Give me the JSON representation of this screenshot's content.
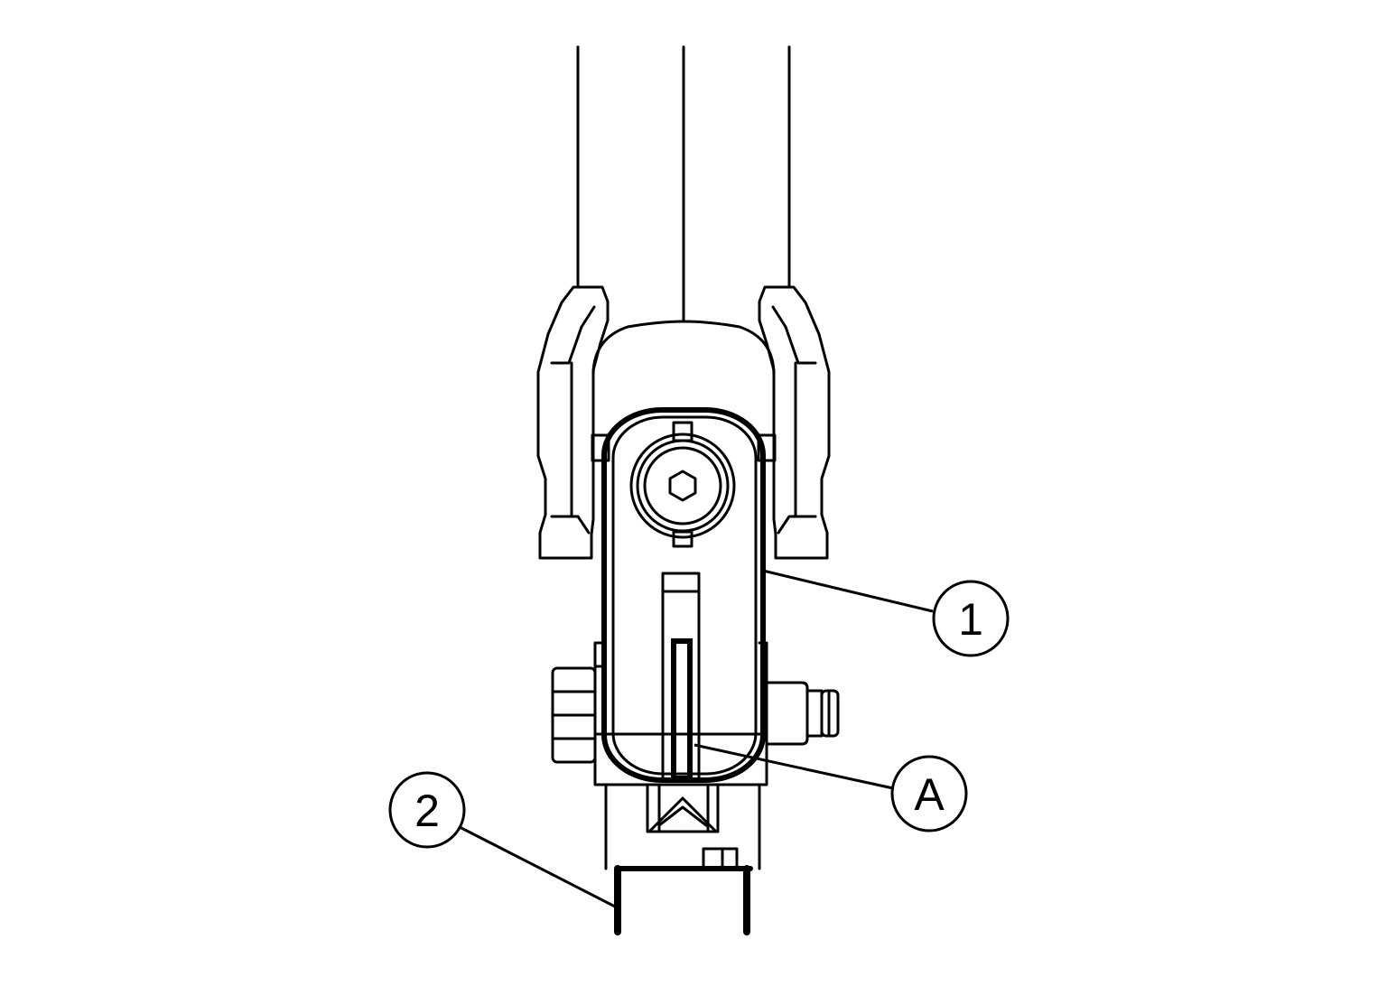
{
  "diagram": {
    "line_color": "#000000",
    "background_color": "#ffffff",
    "callouts": [
      {
        "label": "1"
      },
      {
        "label": "A"
      },
      {
        "label": "2"
      }
    ]
  }
}
